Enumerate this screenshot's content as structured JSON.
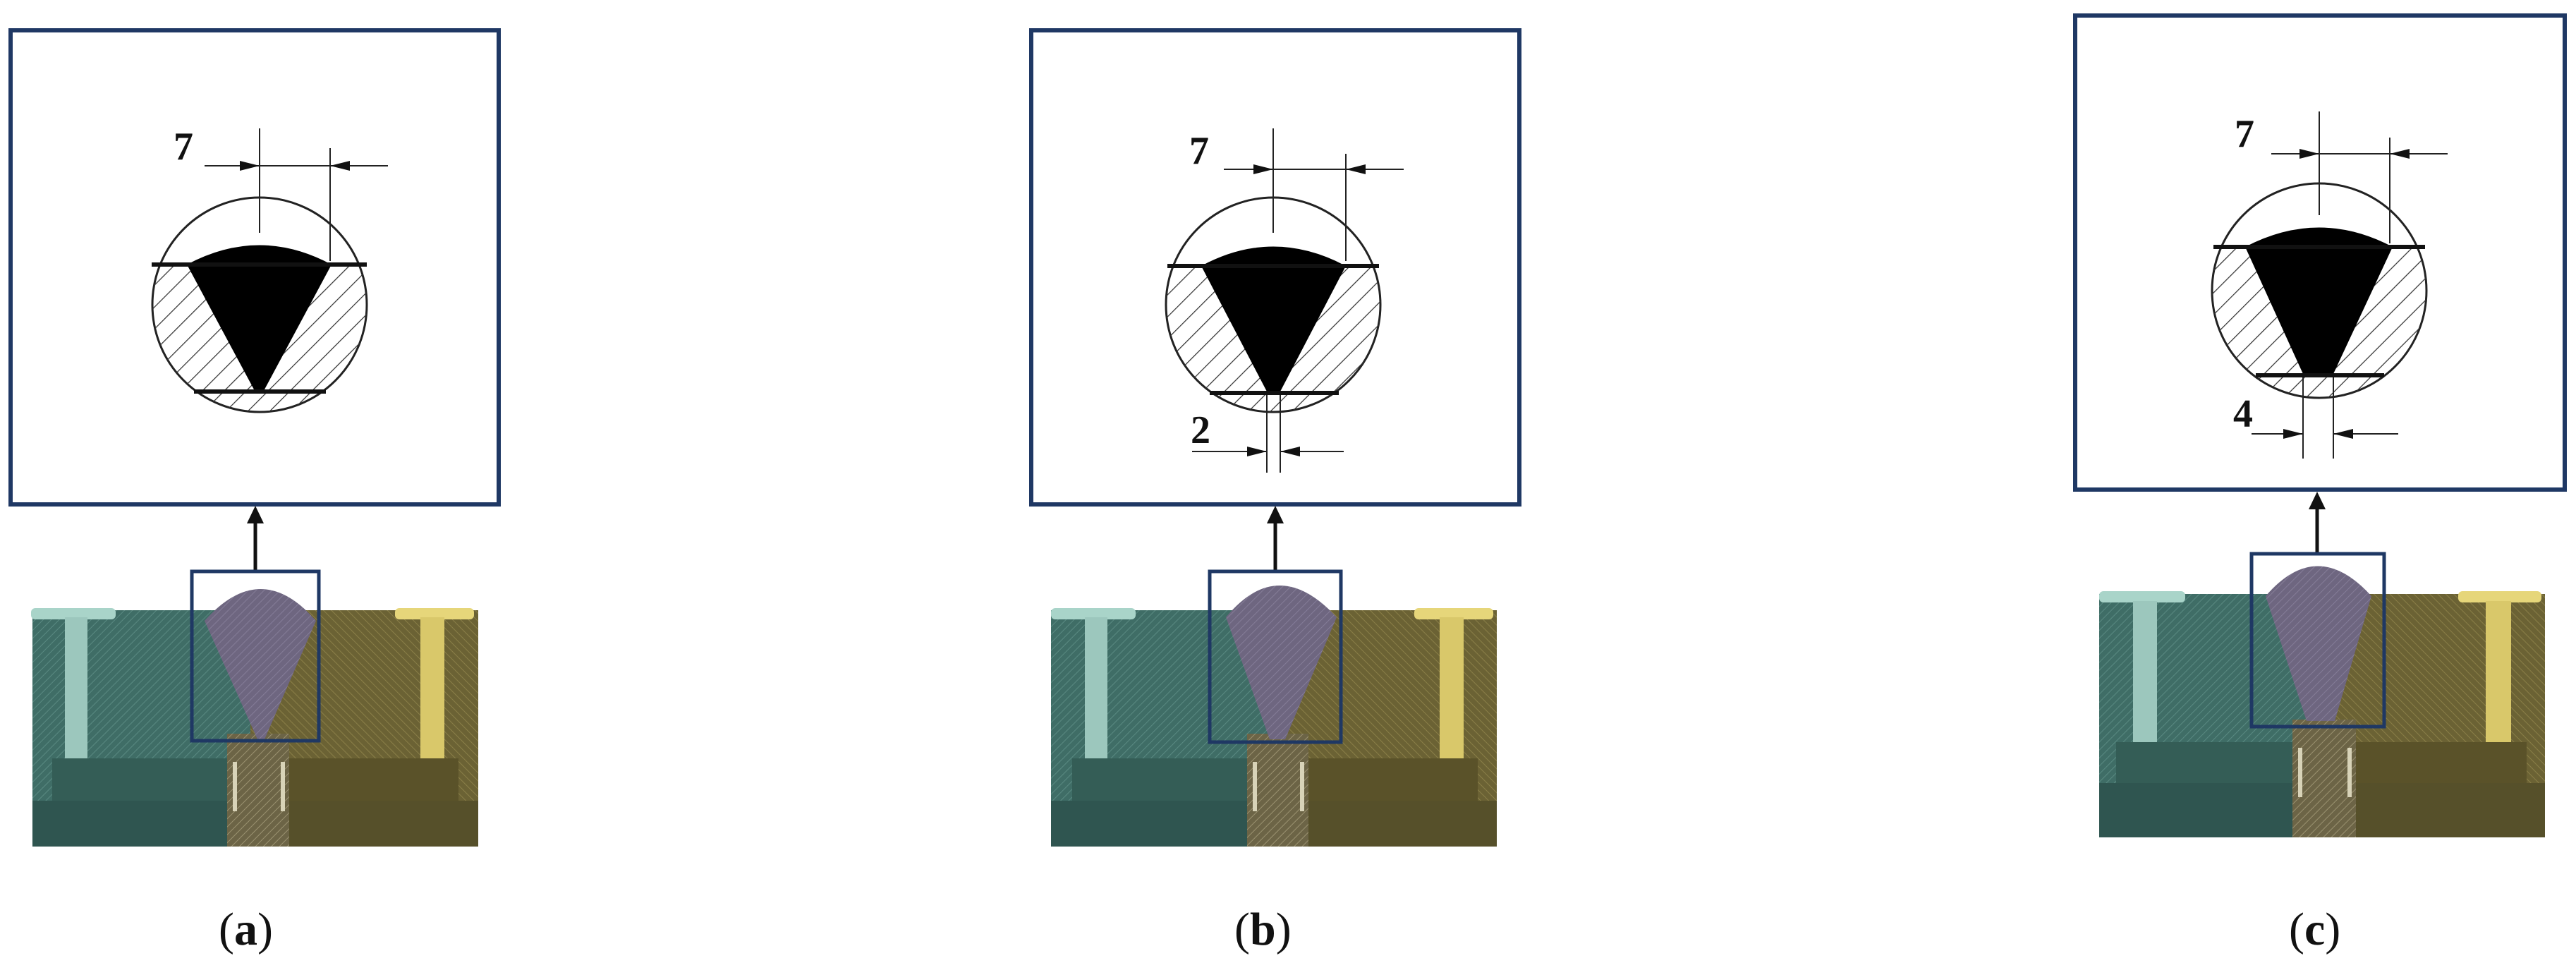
{
  "colors": {
    "frame": "#1f3864",
    "weld": "#000000",
    "hatch": "#333333",
    "teal_plate": "#3e6b63",
    "olive_plate": "#6b6234",
    "weld_bead": "#6e6680",
    "teal_bolt": "#9cc7bd",
    "gold_bolt": "#d9c86a"
  },
  "panels": [
    {
      "id": "a",
      "caption_open": "(",
      "caption_letter": "a",
      "caption_close": ")",
      "dims": {
        "top": "7"
      }
    },
    {
      "id": "b",
      "caption_open": "(",
      "caption_letter": "b",
      "caption_close": ")",
      "dims": {
        "top": "7",
        "bottom": "2"
      }
    },
    {
      "id": "c",
      "caption_open": "(",
      "caption_letter": "c",
      "caption_close": ")",
      "dims": {
        "top": "7",
        "bottom": "4"
      }
    }
  ]
}
